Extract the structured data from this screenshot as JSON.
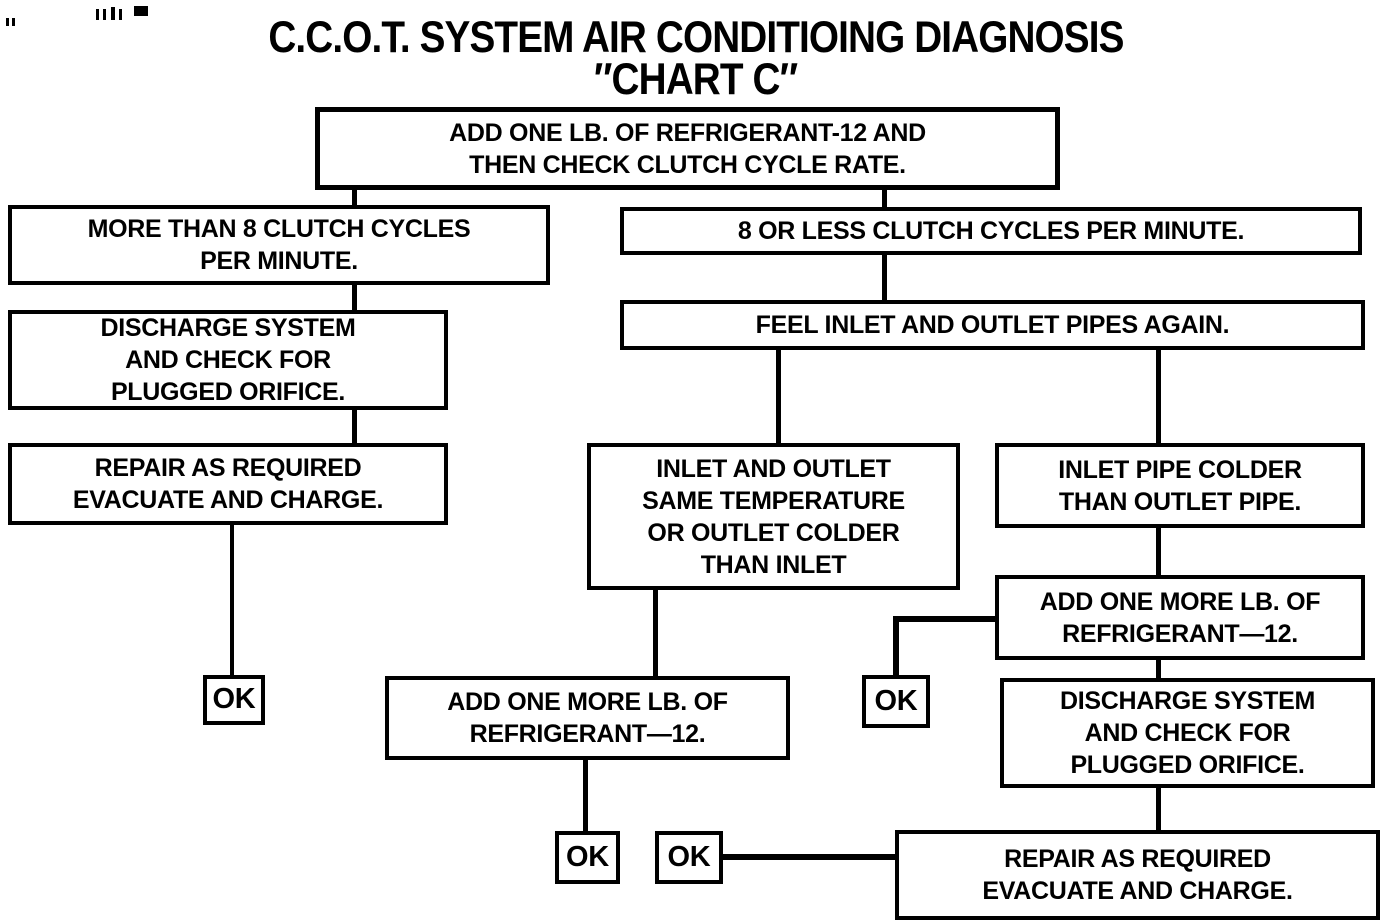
{
  "title": {
    "line1": "C.C.O.T. SYSTEM AIR CONDITIOING DIAGNOSIS",
    "line2": "″CHART C″"
  },
  "nodes": {
    "add_refrigerant_check_rate": "ADD ONE LB. OF REFRIGERANT-12 AND\nTHEN CHECK CLUTCH CYCLE RATE.",
    "more_than_8_cycles": "MORE THAN 8 CLUTCH CYCLES\nPER MINUTE.",
    "discharge_left": "DISCHARGE SYSTEM\nAND CHECK FOR\nPLUGGED ORIFICE.",
    "repair_left": "REPAIR AS REQUIRED\nEVACUATE AND CHARGE.",
    "ok_left": "OK",
    "eight_or_less_cycles": "8 OR LESS CLUTCH CYCLES PER MINUTE.",
    "feel_pipes_again": "FEEL INLET AND OUTLET PIPES AGAIN.",
    "inlet_outlet_same": "INLET AND OUTLET\nSAME TEMPERATURE\nOR OUTLET COLDER\nTHAN INLET",
    "inlet_pipe_colder": "INLET PIPE COLDER\nTHAN OUTLET PIPE.",
    "add_one_more_right": "ADD ONE MORE LB. OF\nREFRIGERANT—12.",
    "add_one_more_mid": "ADD ONE MORE LB. OF\nREFRIGERANT—12.",
    "ok_right": "OK",
    "discharge_right": "DISCHARGE SYSTEM\nAND CHECK FOR\nPLUGGED ORIFICE.",
    "ok_mid_1": "OK",
    "ok_mid_2": "OK",
    "repair_bottom": "REPAIR AS REQUIRED\nEVACUATE AND CHARGE."
  },
  "colors": {
    "ink": "#000000",
    "paper": "#ffffff"
  }
}
